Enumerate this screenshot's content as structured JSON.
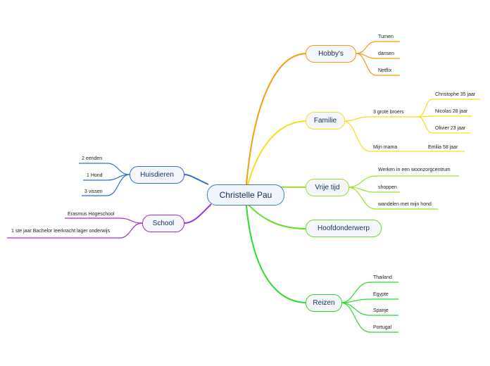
{
  "central": "Christelle Pau",
  "branches": {
    "hobbys": {
      "label": "Hobby's",
      "color": "#f39c12",
      "items": [
        "Turnen",
        "dansen",
        "Netflix"
      ]
    },
    "familie": {
      "label": "Familie",
      "color": "#f4e01b",
      "sub1": "3 grote broers",
      "brothers": [
        "Christophe 35 jaar",
        "Nicolas 28 jaar",
        "Olivier 23 jaar"
      ],
      "sub2": "Mijn mama",
      "mama": "Emilia 58 jaar"
    },
    "vrije_tijd": {
      "label": "Vrije tijd",
      "color": "#9ee02b",
      "items": [
        "Werken in een woonzorgcentrum",
        "shoppen",
        "wandelen met mijn hond"
      ]
    },
    "hoofdonderwerp": {
      "label": "Hoofdonderwerp",
      "color": "#5fe02b"
    },
    "reizen": {
      "label": "Reizen",
      "color": "#2edb2e",
      "items": [
        "Thailand",
        "Egypte",
        "Spanje",
        "Portugal"
      ]
    },
    "huisdieren": {
      "label": "Huisdieren",
      "color": "#2f6fd6",
      "items": [
        "2 eenden",
        "1 Hond",
        "3 vissen"
      ]
    },
    "school": {
      "label": "School",
      "color": "#a12fd6",
      "items": [
        "Erasmus Hogeschool",
        "1 ste jaar Bachelor leerkracht lager onderwijs"
      ]
    }
  }
}
